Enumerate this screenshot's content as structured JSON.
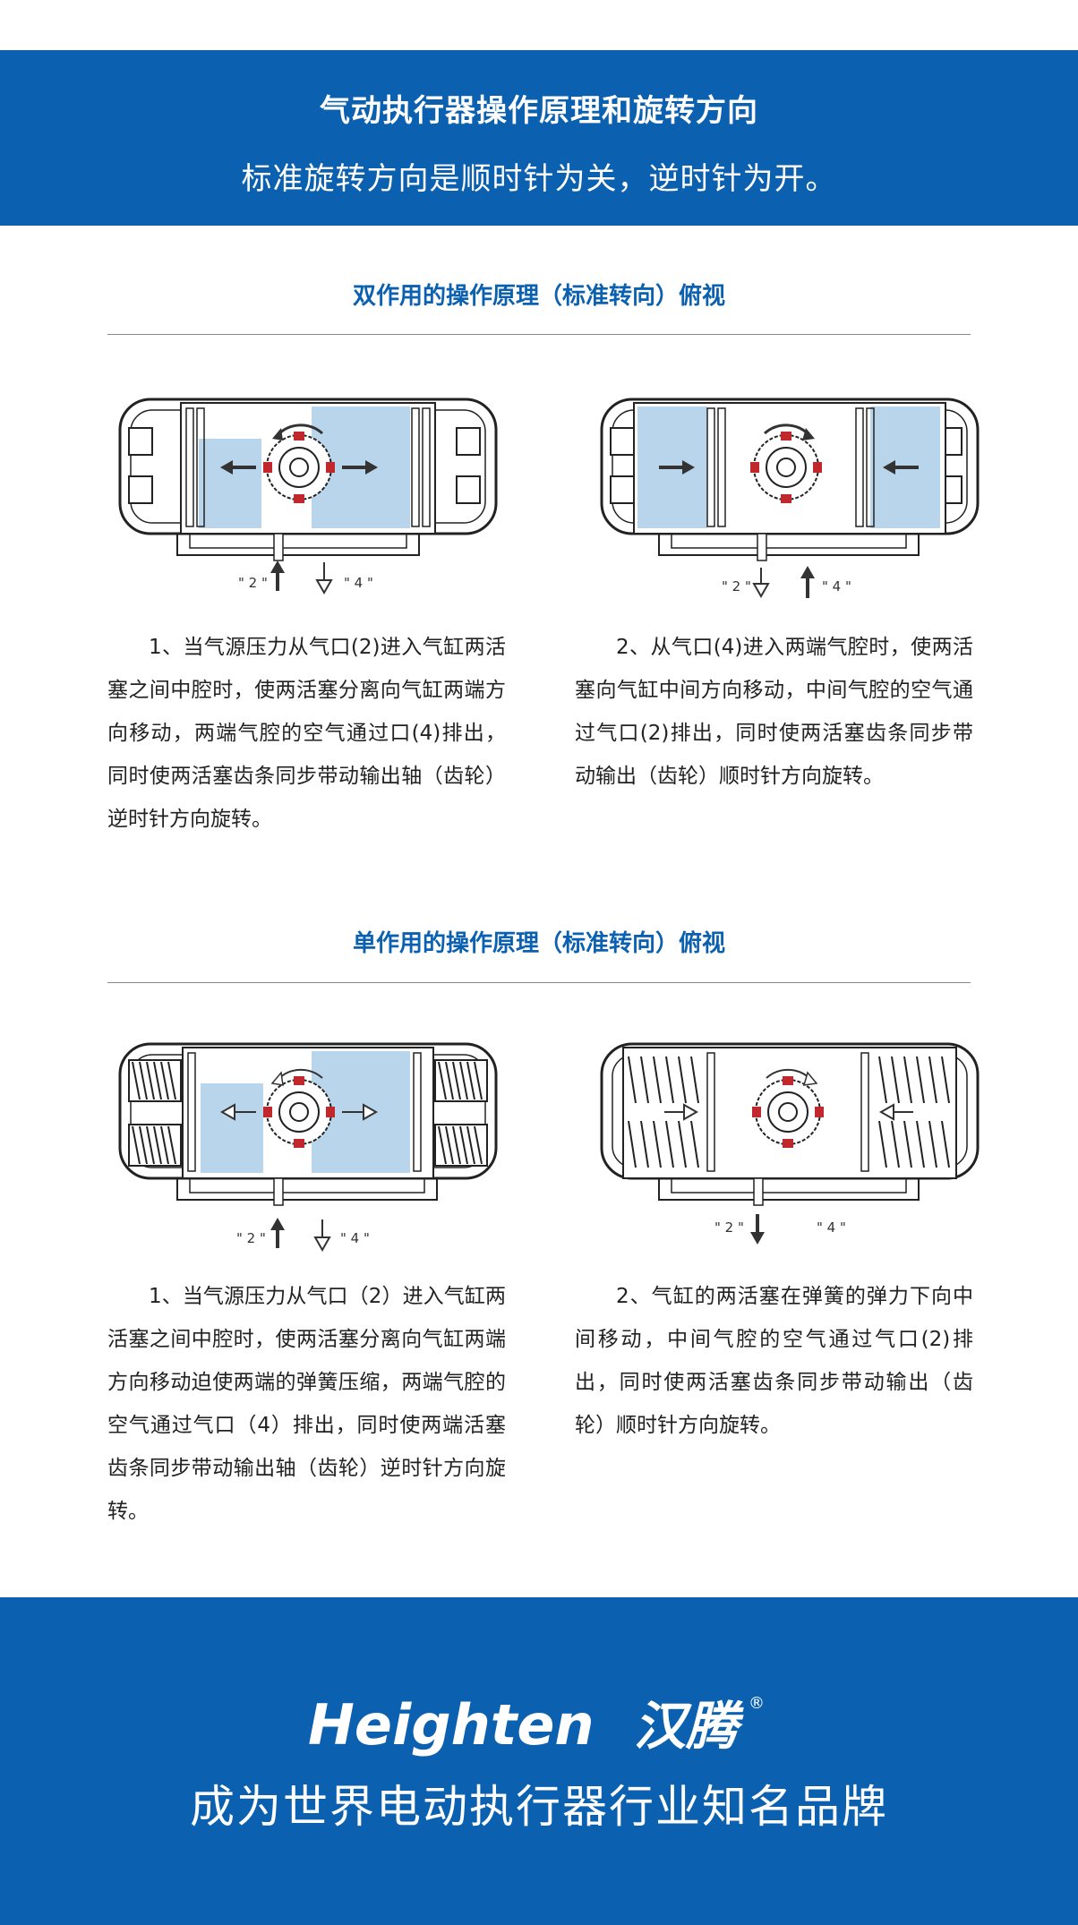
{
  "header": {
    "title": "气动执行器操作原理和旋转方向",
    "subtitle": "标准旋转方向是顺时针为关，逆时针为开。"
  },
  "sections": [
    {
      "title": "双作用的操作原理（标准转向）俯视",
      "diagrams": [
        {
          "port_left": "\" 2 \"",
          "port_right": "\" 4 \""
        },
        {
          "port_left": "\" 2 \"",
          "port_right": "\" 4 \""
        }
      ],
      "paragraphs": [
        "1、当气源压力从气口(2)进入气缸两活塞之间中腔时，使两活塞分离向气缸两端方向移动，两端气腔的空气通过口(4)排出，同时使两活塞齿条同步带动输出轴（齿轮）逆时针方向旋转。",
        "2、从气口(4)进入两端气腔时，使两活塞向气缸中间方向移动，中间气腔的空气通过气口(2)排出，同时使两活塞齿条同步带动输出（齿轮）顺时针方向旋转。"
      ]
    },
    {
      "title": "单作用的操作原理（标准转向）俯视",
      "diagrams": [
        {
          "port_left": "\" 2 \"",
          "port_right": "\" 4 \""
        },
        {
          "port_left": "\" 2 \"",
          "port_right": "\" 4 \""
        }
      ],
      "paragraphs": [
        "1、当气源压力从气口（2）进入气缸两活塞之间中腔时，使两活塞分离向气缸两端方向移动迫使两端的弹簧压缩，两端气腔的空气通过气口（4）排出，同时使两端活塞齿条同步带动输出轴（齿轮）逆时针方向旋转。",
        "2、气缸的两活塞在弹簧的弹力下向中间移动，中间气腔的空气通过气口(2)排出，同时使两活塞齿条同步带动输出（齿轮）顺时针方向旋转。"
      ]
    }
  ],
  "footer": {
    "logo_text": "Heighten",
    "logo_cn": "汉腾",
    "registered": "®",
    "slogan": "成为世界电动执行器行业知名品牌"
  },
  "colors": {
    "brand_blue": "#0b61b0",
    "chamber_blue": "#b9d5ec",
    "gear_red": "#c0282d"
  }
}
